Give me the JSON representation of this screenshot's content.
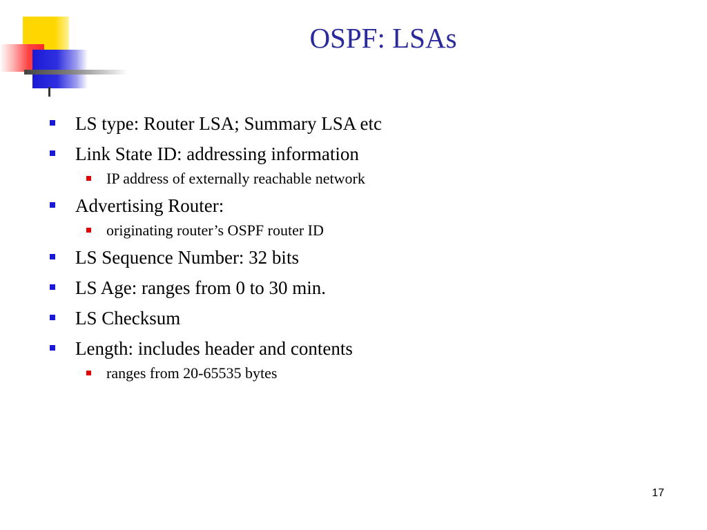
{
  "slide": {
    "title": "OSPF: LSAs",
    "bullets": [
      {
        "text": "LS type: Router LSA; Summary LSA etc"
      },
      {
        "text": "Link State ID: addressing information"
      },
      {
        "text": "IP address of externally reachable network"
      },
      {
        "text": "Advertising Router:"
      },
      {
        "text": "originating router’s OSPF router ID"
      },
      {
        "text": "LS Sequence Number: 32 bits"
      },
      {
        "text": "LS Age: ranges from 0 to 30 min."
      },
      {
        "text": "LS Checksum"
      },
      {
        "text": "Length: includes header and contents"
      },
      {
        "text": "ranges from 20-65535 bytes"
      }
    ],
    "page_number": "17"
  },
  "colors": {
    "title": "#2a2a9c",
    "bullet_level1": "#1a1ad6",
    "bullet_level2": "#e00000",
    "logo_yellow": "#ffd700",
    "logo_red": "#ff2a2a",
    "logo_blue": "#1a1ad6"
  }
}
